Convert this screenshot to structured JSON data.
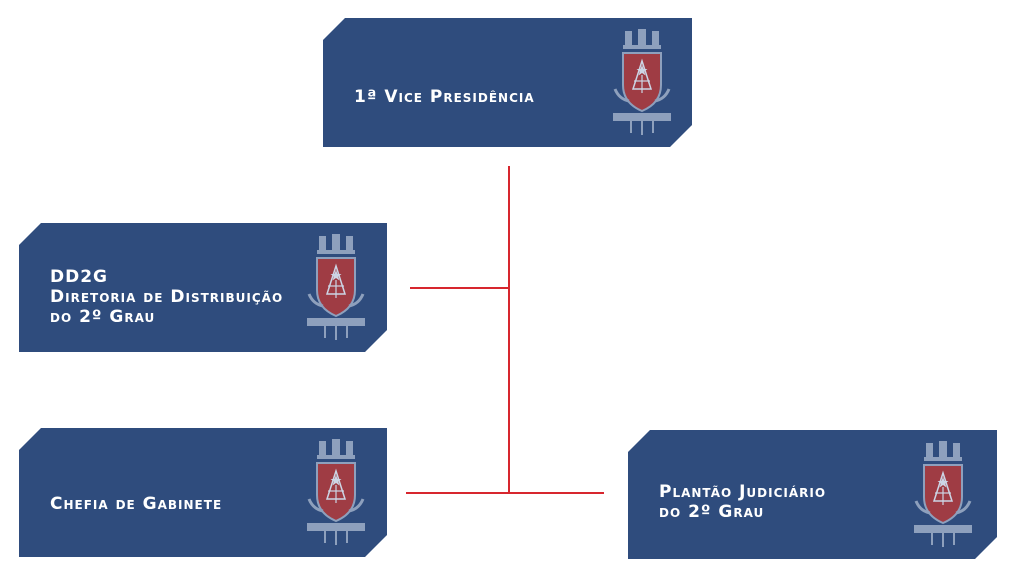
{
  "colors": {
    "box_fill": "#2f4c7d",
    "connector": "#d7262e",
    "text": "#ffffff",
    "emblem_shield": "#b33a3a"
  },
  "nodes": {
    "vice_presidencia": {
      "lines": [
        "1ª Vice Presidência"
      ],
      "icon": "coat-of-arms-icon"
    },
    "dd2g": {
      "lines": [
        "DD2G",
        "Diretoria de Distribuição",
        "do 2º Grau"
      ],
      "icon": "coat-of-arms-icon"
    },
    "chefia": {
      "lines": [
        "Chefia de Gabinete"
      ],
      "icon": "coat-of-arms-icon"
    },
    "plantao": {
      "lines": [
        "Plantão Judiciário",
        "do 2º Grau"
      ],
      "icon": "coat-of-arms-icon"
    }
  }
}
